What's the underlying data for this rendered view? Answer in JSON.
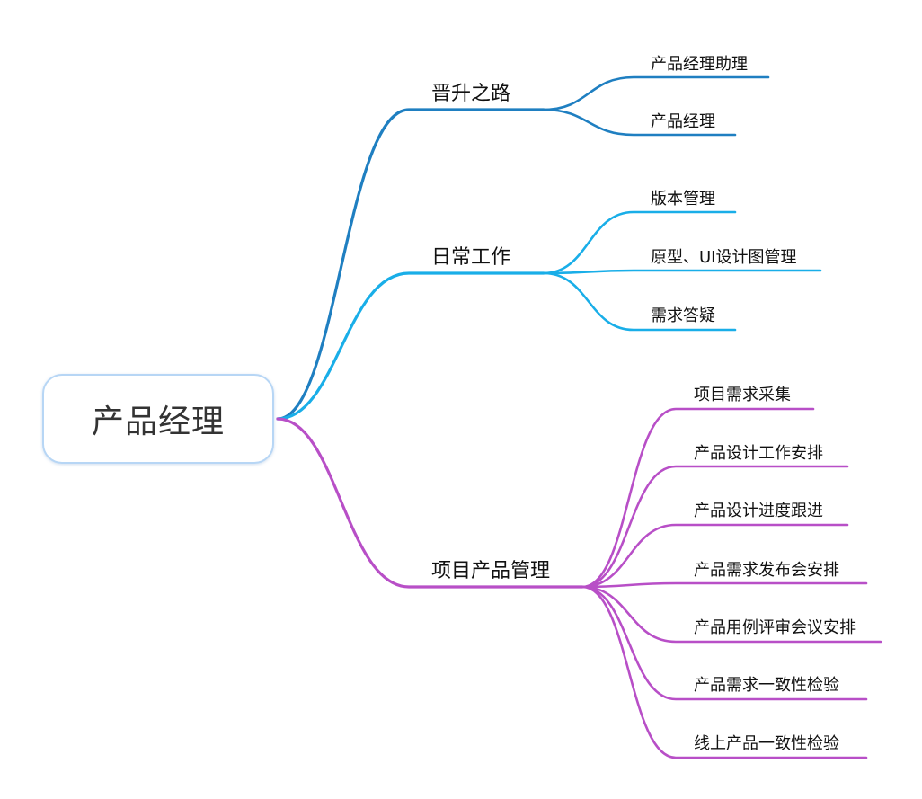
{
  "root": {
    "label": "产品经理"
  },
  "branches": [
    {
      "label": "晋升之路",
      "color": "#1f7fc1",
      "children": [
        "产品经理助理",
        "产品经理"
      ]
    },
    {
      "label": "日常工作",
      "color": "#19aee8",
      "children": [
        "版本管理",
        "原型、UI设计图管理",
        "需求答疑"
      ]
    },
    {
      "label": "项目产品管理",
      "color": "#b84fc7",
      "children": [
        "项目需求采集",
        "产品设计工作安排",
        "产品设计进度跟进",
        "产品需求发布会安排",
        "产品用例评审会议安排",
        "产品需求一致性检验",
        "线上产品一致性检验"
      ]
    }
  ]
}
